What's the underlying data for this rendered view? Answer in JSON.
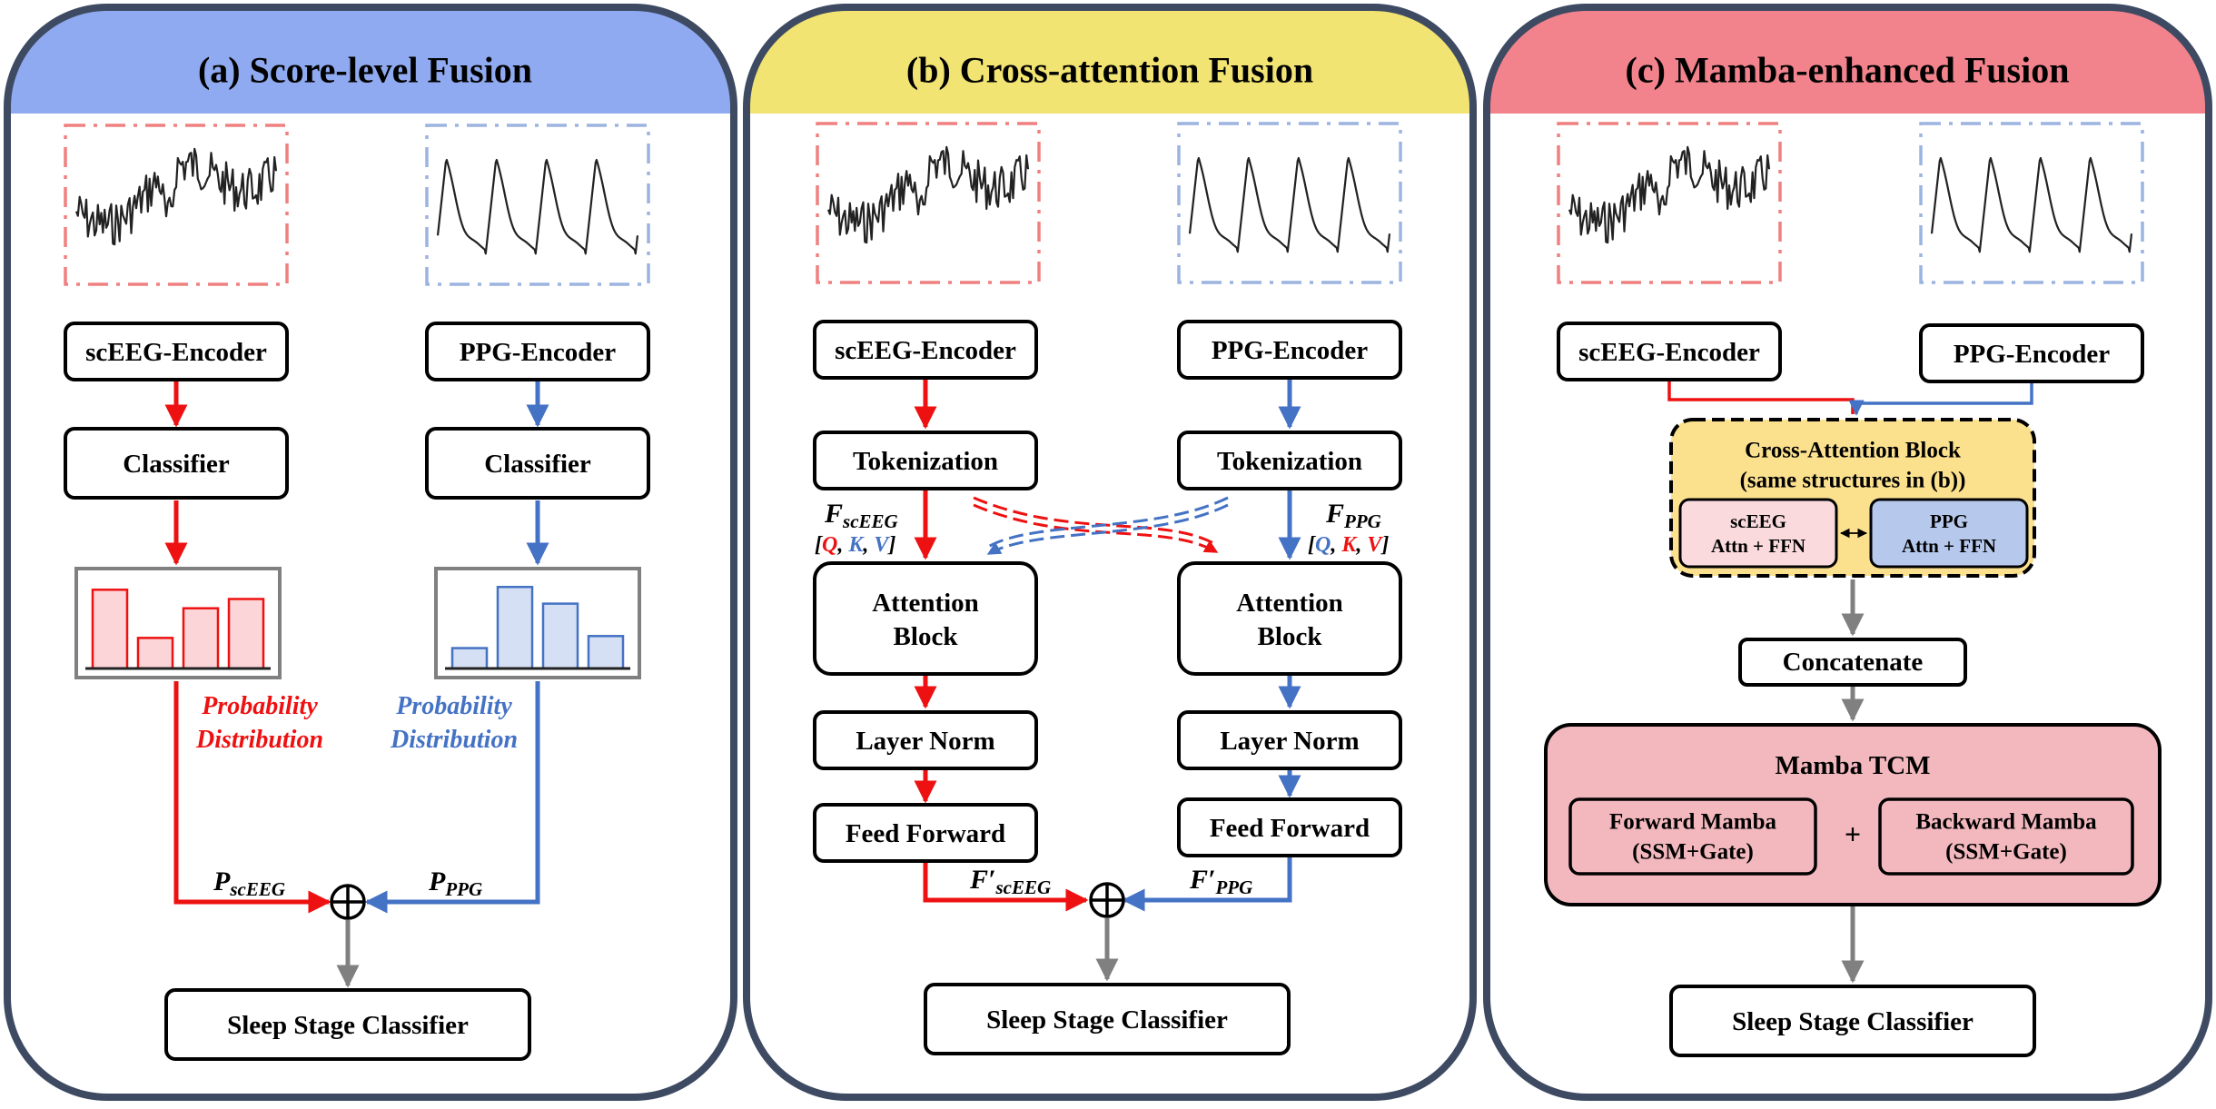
{
  "panels": {
    "a": {
      "title": "(a) Score-level Fusion",
      "header_color": "#8faaf0",
      "scEEG_encoder": "scEEG-Encoder",
      "PPG_encoder": "PPG-Encoder",
      "classifier_left": "Classifier",
      "classifier_right": "Classifier",
      "prob_left_line1": "Probability",
      "prob_left_line2": "Distribution",
      "prob_right_line1": "Probability",
      "prob_right_line2": "Distribution",
      "P_left": "P",
      "P_left_sub": "scEEG",
      "P_right": "P",
      "P_right_sub": "PPG",
      "sleep_stage_classifier": "Sleep Stage Classifier",
      "hist_left": [
        0.85,
        0.33,
        0.65,
        0.75
      ],
      "hist_right": [
        0.22,
        0.88,
        0.7,
        0.35
      ]
    },
    "b": {
      "title": "(b) Cross-attention Fusion",
      "header_color": "#f2e472",
      "scEEG_encoder": "scEEG-Encoder",
      "PPG_encoder": "PPG-Encoder",
      "tokenization_left": "Tokenization",
      "tokenization_right": "Tokenization",
      "F_left": "F",
      "F_left_sub": "scEEG",
      "F_right": "F",
      "F_right_sub": "PPG",
      "qkv_left": {
        "open": "[",
        "q": "Q",
        "sep1": ", ",
        "k": "K",
        "sep2": ", ",
        "v": "V",
        "close": "]"
      },
      "qkv_right": {
        "open": "[",
        "q": "Q",
        "sep1": ", ",
        "k": "K",
        "sep2": ", ",
        "v": "V",
        "close": "]"
      },
      "attention_left_line1": "Attention",
      "attention_left_line2": "Block",
      "attention_right_line1": "Attention",
      "attention_right_line2": "Block",
      "layer_norm_left": "Layer Norm",
      "layer_norm_right": "Layer Norm",
      "feed_forward_left": "Feed Forward",
      "feed_forward_right": "Feed Forward",
      "Fp_left": "F′",
      "Fp_left_sub": "scEEG",
      "Fp_right": "F′",
      "Fp_right_sub": "PPG",
      "sleep_stage_classifier": "Sleep Stage Classifier"
    },
    "c": {
      "title": "(c) Mamba-enhanced Fusion",
      "header_color": "#f2838c",
      "scEEG_encoder": "scEEG-Encoder",
      "PPG_encoder": "PPG-Encoder",
      "cross_attention_title": "Cross-Attention Block",
      "cross_attention_subtitle": "(same structures in (b))",
      "sc_attn_line1": "scEEG",
      "sc_attn_line2": "Attn + FFN",
      "ppg_attn_line1": "PPG",
      "ppg_attn_line2": "Attn + FFN",
      "concatenate": "Concatenate",
      "mamba_title": "Mamba TCM",
      "forward_line1": "Forward Mamba",
      "forward_line2": "(SSM+Gate)",
      "plus": "+",
      "backward_line1": "Backward Mamba",
      "backward_line2": "(SSM+Gate)",
      "sleep_stage_classifier": "Sleep Stage Classifier"
    }
  },
  "colors": {
    "eeg": "#ee1111",
    "ppg": "#4472c4",
    "neutral": "#808080",
    "eeg_frame": "#f08080",
    "ppg_frame": "#9cb4e0",
    "panel_border": "#3d4a62",
    "hist_eeg_fill": "#fcd5d8",
    "hist_ppg_fill": "#d6e0f4",
    "cross_block_fill": "#fbe08e",
    "sc_attn_fill": "#fadadd",
    "ppg_attn_fill": "#b6c8ec",
    "mamba_fill": "#f2b8be"
  }
}
